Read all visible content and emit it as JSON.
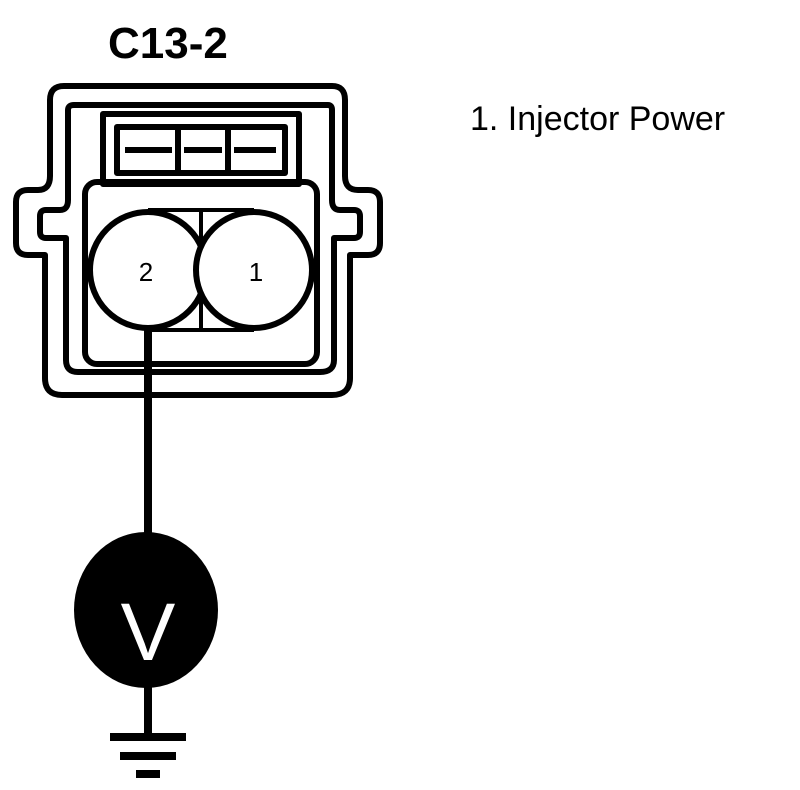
{
  "connector": {
    "id": "C13-2",
    "pins": [
      {
        "number": "1"
      },
      {
        "number": "2"
      }
    ]
  },
  "legend": {
    "items": [
      {
        "label": "1. Injector Power"
      }
    ]
  },
  "meter": {
    "symbol": "V",
    "name": "voltmeter"
  },
  "colors": {
    "line": "#000000",
    "background": "#ffffff",
    "meter_fill": "#000000",
    "meter_text": "#ffffff"
  }
}
